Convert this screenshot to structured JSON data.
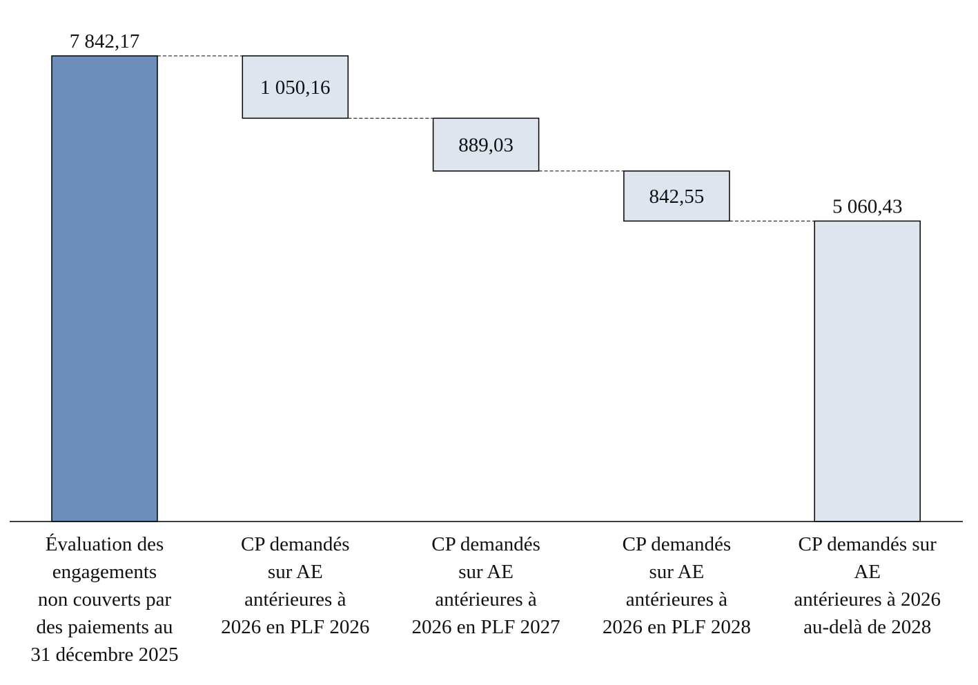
{
  "chart_data": {
    "type": "waterfall",
    "title": "",
    "xlabel": "",
    "ylabel": "",
    "ylim": [
      0,
      7842.17
    ],
    "grid": false,
    "categories": [
      [
        "Évaluation des",
        "engagements",
        "non couverts par",
        "des paiements au",
        "31 décembre 2025"
      ],
      [
        "CP demandés",
        "sur AE",
        "antérieures à",
        "2026 en PLF 2026"
      ],
      [
        "CP demandés",
        "sur AE",
        "antérieures à",
        "2026 en PLF 2027"
      ],
      [
        "CP demandés",
        "sur AE",
        "antérieures à",
        "2026 en PLF 2028"
      ],
      [
        "CP demandés sur",
        "AE",
        "antérieures à 2026",
        "au-delà de 2028"
      ]
    ],
    "values": [
      7842.17,
      -1050.16,
      -889.03,
      -842.55,
      5060.43
    ],
    "kinds": [
      "total",
      "delta",
      "delta",
      "delta",
      "total"
    ],
    "labels": [
      "7 842,17",
      "1 050,16",
      "889,03",
      "842,55",
      "5 060,43"
    ],
    "colors": {
      "start": "#6d8ebb",
      "step": "#dfe5ef",
      "end": "#dfe5ef",
      "border": "#000000"
    }
  }
}
